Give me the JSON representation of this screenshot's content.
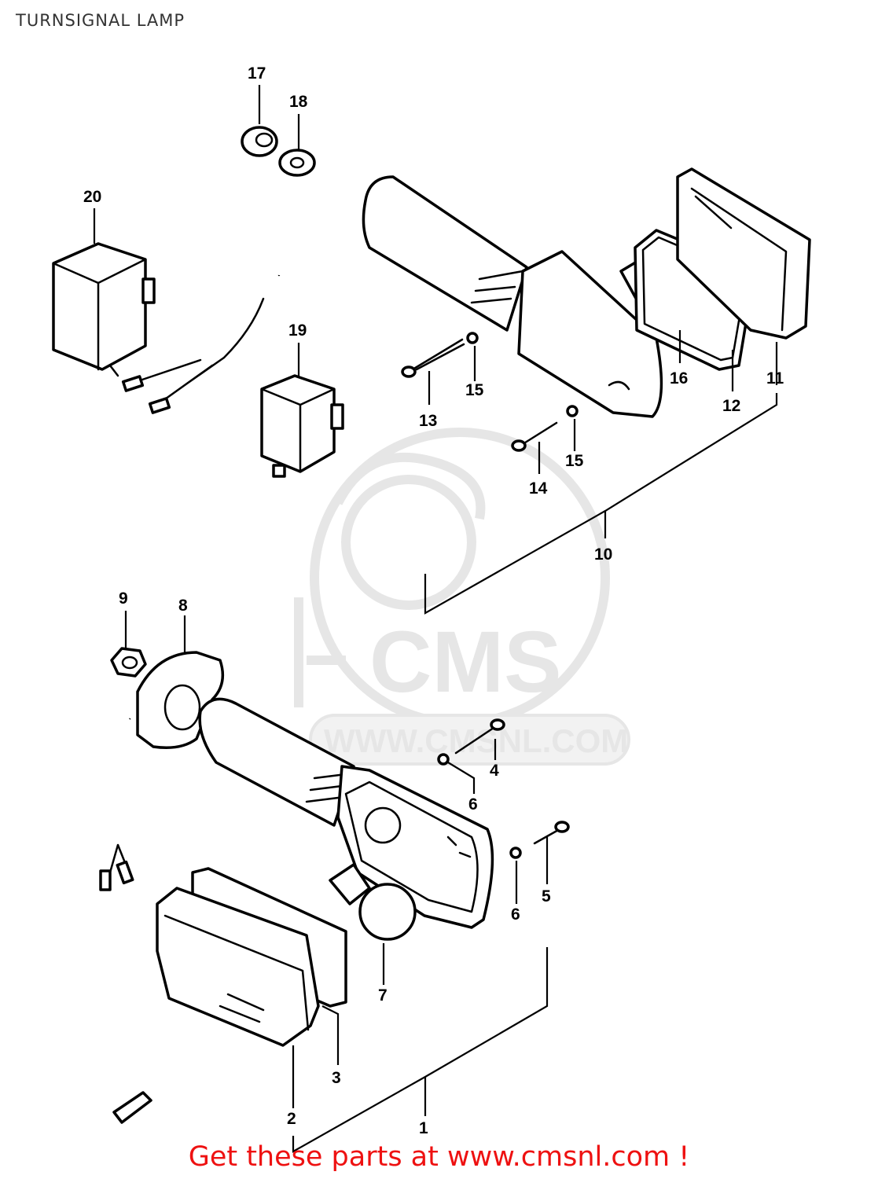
{
  "title": "TURNSIGNAL LAMP",
  "watermark": {
    "brand": "CMS",
    "url": "WWW.CMSNL.COM"
  },
  "footer": "Get these parts at www.cmsnl.com !",
  "callouts": [
    "1",
    "2",
    "3",
    "4",
    "5",
    "6",
    "6",
    "7",
    "8",
    "9",
    "10",
    "11",
    "12",
    "13",
    "14",
    "15",
    "15",
    "16",
    "17",
    "18",
    "19",
    "20"
  ],
  "colors": {
    "footer": "#ee1111",
    "lines": "#000000",
    "watermark": "#e6e6e6",
    "title": "#333333"
  }
}
